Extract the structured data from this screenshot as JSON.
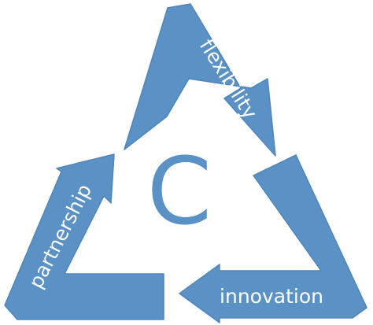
{
  "colors": {
    "arrow_fill": "#5a92c6",
    "arrow_stroke": "#4f86bb",
    "letter": "#5a92c6",
    "background": "#ffffff"
  },
  "center_letter": "C",
  "arrows": [
    {
      "label": "flexibility",
      "position": "right side, pointing down-right"
    },
    {
      "label": "innovation",
      "position": "bottom side, pointing left"
    },
    {
      "label": "partnership",
      "position": "left side, pointing up-right"
    }
  ]
}
